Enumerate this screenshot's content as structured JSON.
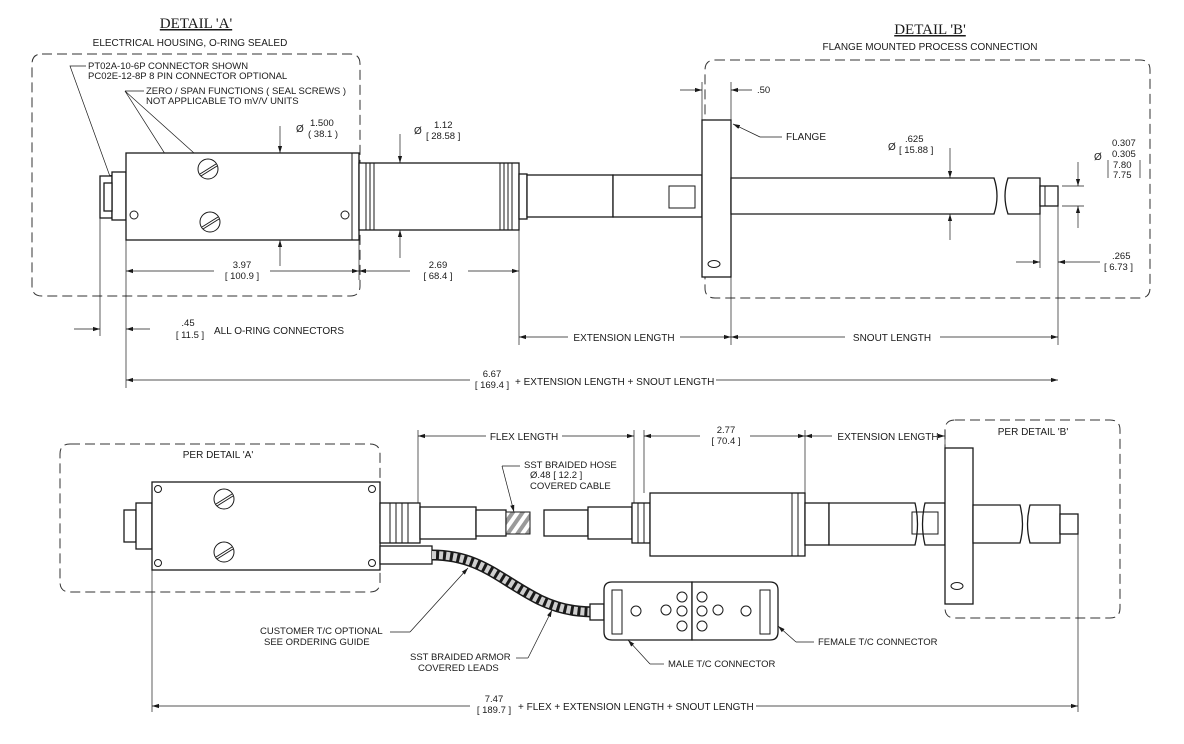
{
  "detail_a": {
    "title": "DETAIL 'A'",
    "subtitle": "ELECTRICAL HOUSING, O-RING SEALED",
    "connector_note_1": "PT02A-10-6P  CONNECTOR SHOWN",
    "connector_note_2": "PC02E-12-8P  8 PIN CONNECTOR OPTIONAL",
    "zero_span_1": "ZERO / SPAN FUNCTIONS ( SEAL SCREWS )",
    "zero_span_2": "NOT APPLICABLE TO mV/V UNITS",
    "housing_dia": "1.500",
    "housing_dia_mm": "( 38.1 )",
    "body_dia": "1.12",
    "body_dia_mm": "[ 28.58 ]",
    "len_housing": "3.97",
    "len_housing_mm": "[ 100.9 ]",
    "len_body": "2.69",
    "len_body_mm": "[ 68.4 ]",
    "conn_len": ".45",
    "conn_len_mm": "[ 11.5 ]",
    "conn_note": "ALL O-RING CONNECTORS"
  },
  "detail_b": {
    "title": "DETAIL 'B'",
    "subtitle": "FLANGE MOUNTED PROCESS CONNECTION",
    "flange_thk": ".50",
    "flange_label": "FLANGE",
    "snout_dia": ".625",
    "snout_dia_mm": "[ 15.88 ]",
    "tip_dia_1": "0.307",
    "tip_dia_2": "0.305",
    "tip_dia_mm_1": "7.80",
    "tip_dia_mm_2": "7.75",
    "tip_len": ".265",
    "tip_len_mm": "[ 6.73 ]"
  },
  "top_dims": {
    "extension_length": "EXTENSION LENGTH",
    "snout_length": "SNOUT LENGTH",
    "overall": "6.67",
    "overall_mm": "[ 169.4 ]",
    "overall_note": "+ EXTENSION LENGTH + SNOUT LENGTH"
  },
  "bottom": {
    "per_a": "PER DETAIL 'A'",
    "per_b": "PER DETAIL 'B'",
    "flex_length": "FLEX LENGTH",
    "mid_len": "2.77",
    "mid_len_mm": "[ 70.4 ]",
    "extension_length": "EXTENSION LENGTH",
    "hose_1": "SST BRAIDED HOSE",
    "hose_2": "Ø.48 [ 12.2 ]",
    "hose_3": "COVERED CABLE",
    "tc_1": "CUSTOMER T/C OPTIONAL",
    "tc_2": "SEE ORDERING GUIDE",
    "armor_1": "SST BRAIDED ARMOR",
    "armor_2": "COVERED  LEADS",
    "male_tc": "MALE T/C CONNECTOR",
    "female_tc": "FEMALE T/C CONNECTOR",
    "overall": "7.47",
    "overall_mm": "[ 189.7 ]",
    "overall_note": "+ FLEX + EXTENSION LENGTH + SNOUT LENGTH"
  },
  "symbols": {
    "diameter": "Ø"
  }
}
